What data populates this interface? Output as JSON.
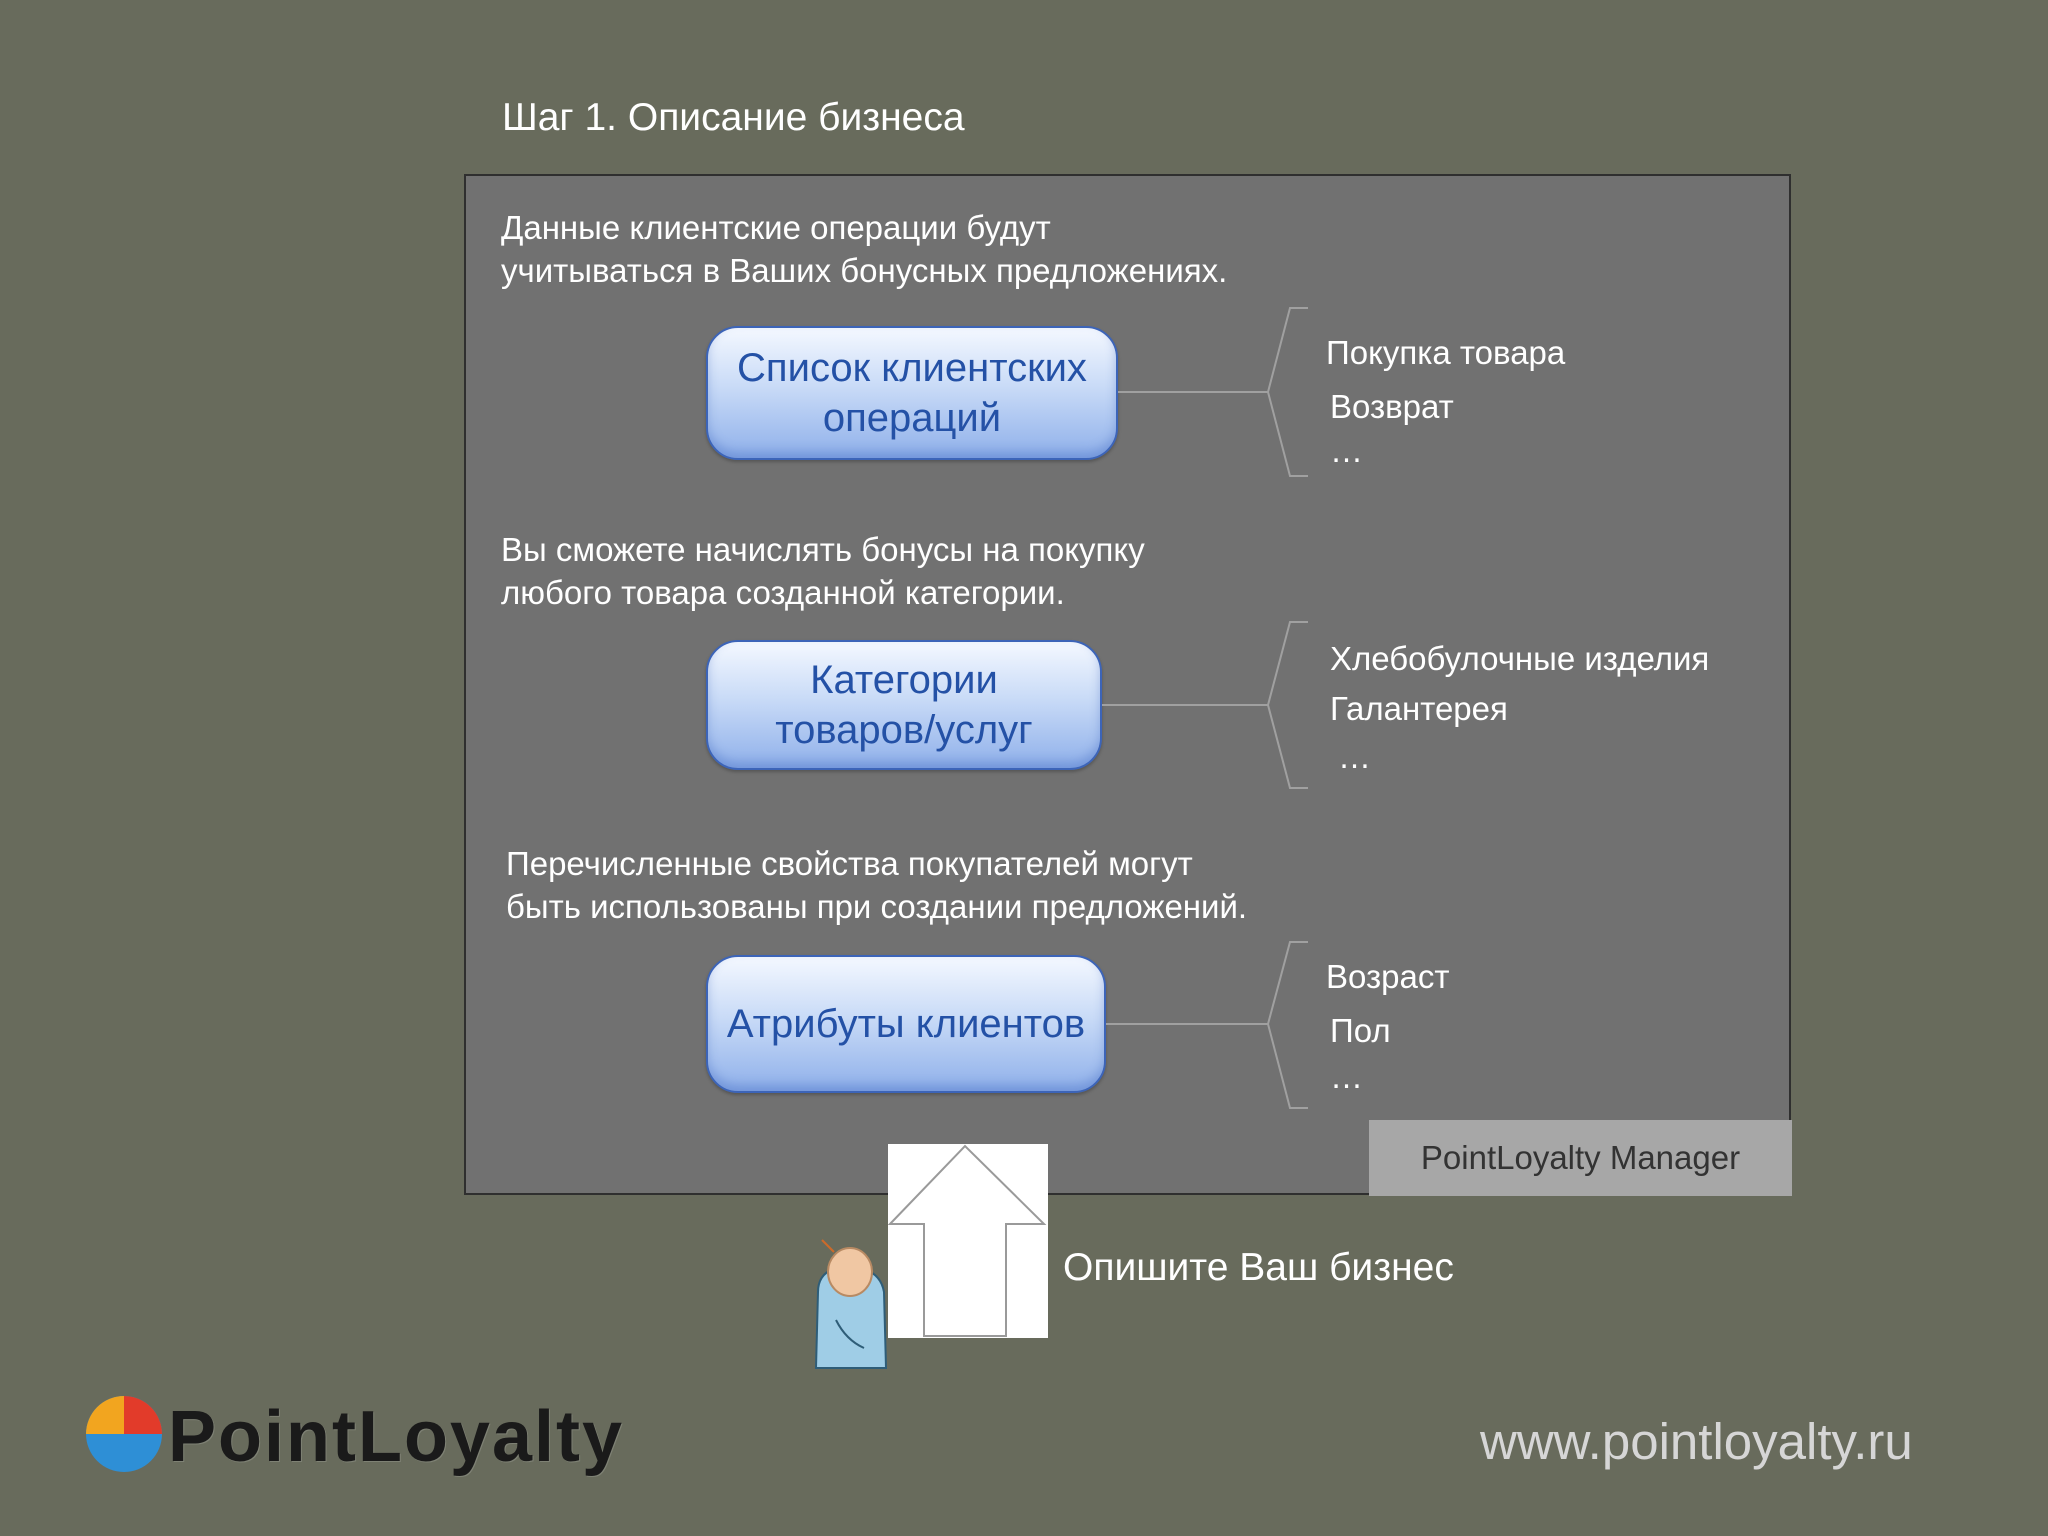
{
  "title": "Шаг 1.  Описание бизнеса",
  "sections": [
    {
      "description": [
        "Данные клиентские операции  будут",
        "учитываться в Ваших бонусных предложениях."
      ],
      "box_lines": [
        "Список клиентских",
        "операций"
      ],
      "items": [
        "Покупка товара",
        "Возврат",
        "…"
      ]
    },
    {
      "description": [
        "Вы сможете начислять бонусы на покупку",
        "любого товара созданной категории."
      ],
      "box_lines": [
        "Категории",
        "товаров/услуг"
      ],
      "items": [
        "Хлебобулочные изделия",
        "Галантерея",
        "…"
      ]
    },
    {
      "description": [
        "Перечисленные свойства покупателей могут",
        "быть использованы при создании предложений."
      ],
      "box_lines": [
        "Атрибуты клиентов"
      ],
      "items": [
        "Возраст",
        "Пол",
        "…"
      ]
    }
  ],
  "manager_label": "PointLoyalty Manager",
  "cta": "Опишите Ваш бизнес",
  "logo": "PointLoyalty",
  "website": "www.pointloyalty.ru",
  "colors": {
    "background": "#686b5c",
    "panel": "#717171",
    "box_text": "#2451a6",
    "box_border": "#3c64b8"
  }
}
